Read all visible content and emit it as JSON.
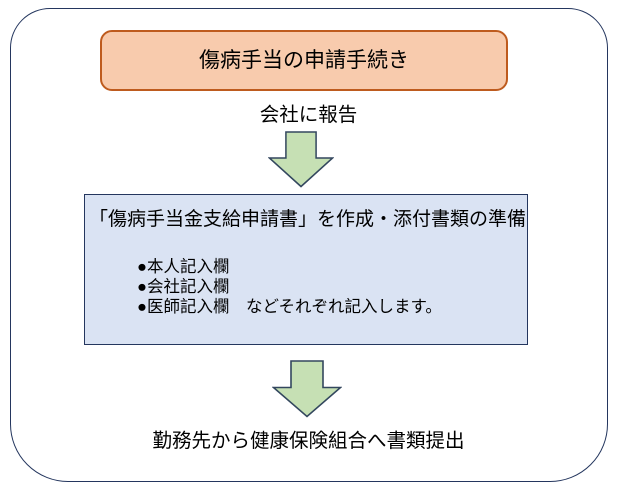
{
  "diagram": {
    "title": "傷病手当の申請手続き",
    "flow": {
      "step_report": "会社に報告",
      "prepare_box": {
        "heading": "「傷病手当金支給申請書」を作成・添付書類の準備",
        "bullets": [
          "●本人記入欄",
          "●会社記入欄",
          "●医師記入欄　などそれぞれ記入します。"
        ]
      },
      "step_submit": "勤務先から健康保険組合へ書類提出"
    },
    "colors": {
      "frame_border": "#24365E",
      "title_fill": "#F8CBAD",
      "title_border": "#BE5B1E",
      "process_box_fill": "#DAE3F3",
      "process_box_border": "#24365E",
      "arrow_fill": "#C6E0B4",
      "arrow_border": "#33475E",
      "text": "#000000"
    }
  }
}
